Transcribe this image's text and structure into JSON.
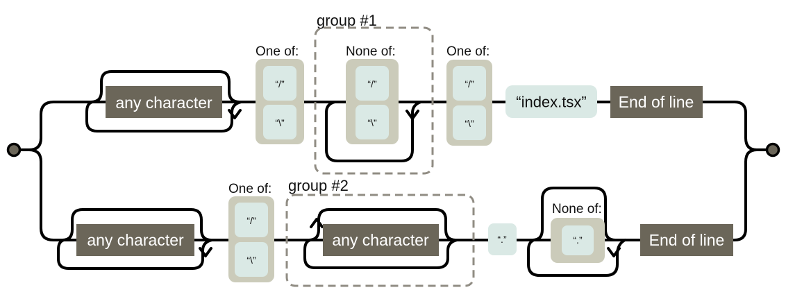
{
  "labels": {
    "one_of": "One of:",
    "none_of": "None of:",
    "group1": "group #1",
    "group2": "group #2"
  },
  "nodes": {
    "any_character": "any character",
    "end_of_line": "End of line"
  },
  "literals": {
    "slash": "“/”",
    "backslash": "“\\”",
    "dot": "“.”",
    "index_tsx": "“index.tsx”"
  },
  "colors": {
    "background": "#ffffff",
    "line": "#000000",
    "node_fill": "#6b6659",
    "node_text": "#ffffff",
    "charset_fill": "#cbcbba",
    "literal_fill": "#dae9e5",
    "group_border": "#908c83",
    "text": "#111111",
    "terminal_fill": "#6b6659"
  }
}
